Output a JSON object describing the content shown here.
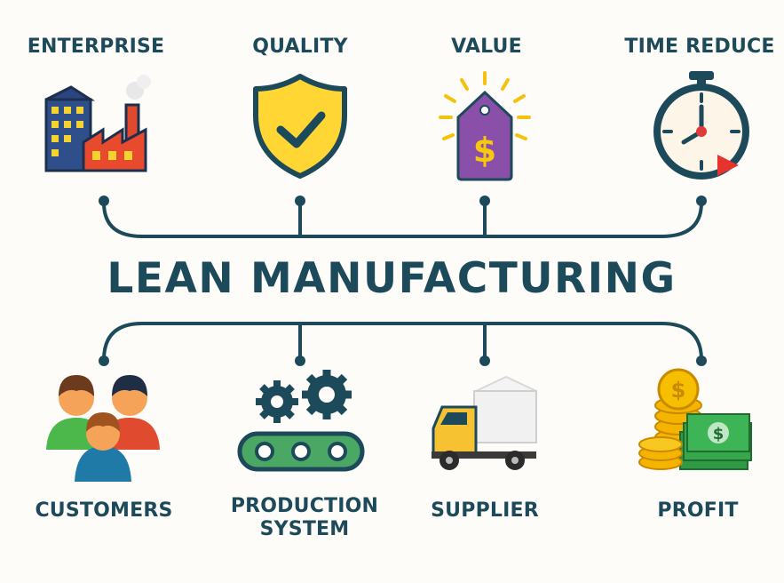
{
  "title": "LEAN MANUFACTURING",
  "top_items": [
    {
      "label": "ENTERPRISE",
      "icon": "factory-building-icon"
    },
    {
      "label": "QUALITY",
      "icon": "shield-check-icon"
    },
    {
      "label": "VALUE",
      "icon": "price-tag-dollar-icon"
    },
    {
      "label": "TIME REDUCE",
      "icon": "stopwatch-icon"
    }
  ],
  "bottom_items": [
    {
      "label": "CUSTOMERS",
      "icon": "people-group-icon"
    },
    {
      "label_line1": "PRODUCTION",
      "label_line2": "SYSTEM",
      "icon": "gears-conveyor-icon"
    },
    {
      "label": "SUPPLIER",
      "icon": "delivery-truck-icon"
    },
    {
      "label": "PROFIT",
      "icon": "coins-cash-icon"
    }
  ],
  "colors": {
    "line": "#1d4a5a",
    "text": "#1d4a5a",
    "background": "#fdfcf8"
  }
}
